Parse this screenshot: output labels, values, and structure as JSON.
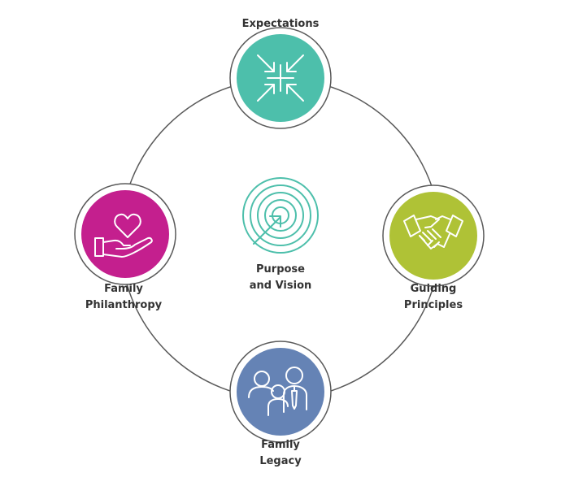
{
  "nodes": {
    "expectations": {
      "lines": [
        "Expectations"
      ],
      "color": "#4dbfab",
      "icon": "arrows-inward-icon"
    },
    "guiding_principles": {
      "lines": [
        "Guiding",
        "Principles"
      ],
      "color": "#afc236",
      "icon": "handshake-icon"
    },
    "family_legacy": {
      "lines": [
        "Family",
        "Legacy"
      ],
      "color": "#6583b5",
      "icon": "family-icon"
    },
    "family_philanthropy": {
      "lines": [
        "Family",
        "Philanthropy"
      ],
      "color": "#c41f8e",
      "icon": "heart-hand-icon"
    }
  },
  "center": {
    "lines": [
      "Purpose",
      "and Vision"
    ],
    "color": "#4dbfab",
    "icon": "target-arrow-icon"
  },
  "colors": {
    "ring": "#5a5a5a",
    "outline": "#5a5a5a",
    "text": "#333333"
  }
}
